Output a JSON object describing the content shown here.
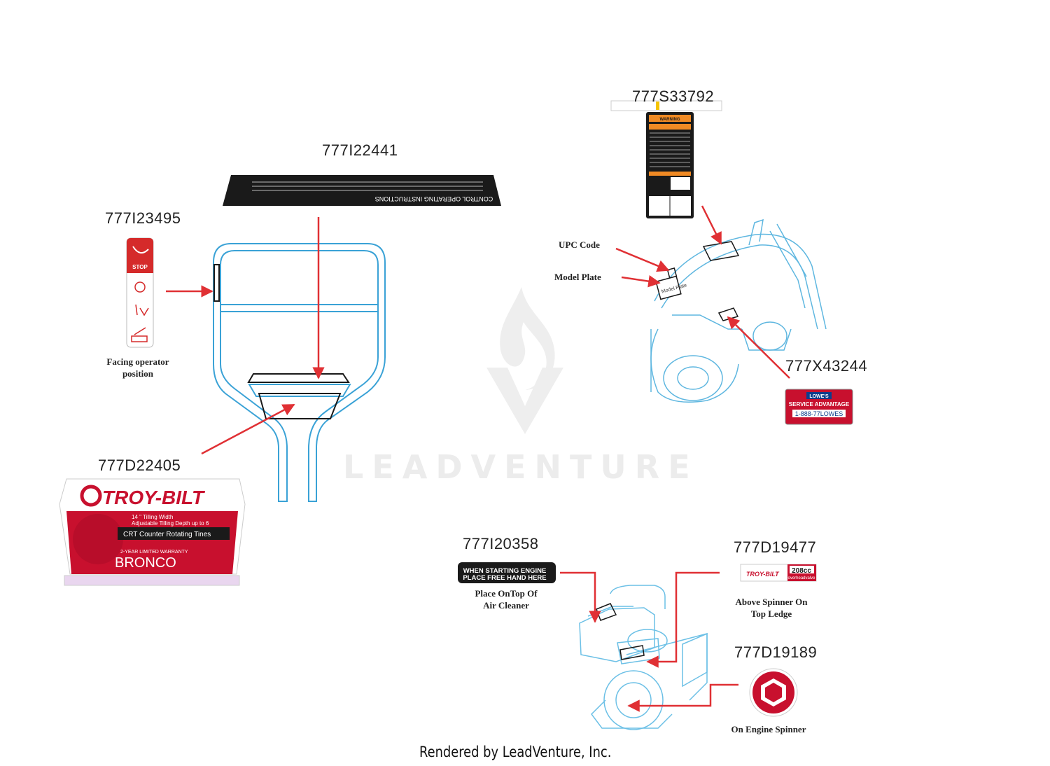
{
  "part_numbers": {
    "p777I22441": "777I22441",
    "p777I23495": "777I23495",
    "p777D22405": "777D22405",
    "p777S33792": "777S33792",
    "p777X43244": "777X43244",
    "p777I20358": "777I20358",
    "p777D19477": "777D19477",
    "p777D19189": "777D19189"
  },
  "captions": {
    "facing_operator": "Facing operator position",
    "upc_code": "UPC Code",
    "model_plate": "Model Plate",
    "place_on_top": "Place OnTop Of Air Cleaner",
    "above_spinner": "Above Spinner On Top Ledge",
    "on_engine_spinner": "On Engine Spinner"
  },
  "decals": {
    "control_header": "CONTROL OPERATING INSTRUCTIONS",
    "troy_bilt_brand": "TROY-BILT",
    "tilling_width": "14 \" Tilling Width",
    "tilling_depth": "Adjustable Tilling Depth up to 6",
    "tines": "CRT Counter Rotating Tines",
    "warranty": "2-YEAR LIMITED WARRANTY",
    "model": "BRONCO",
    "starting_line1": "WHEN STARTING ENGINE",
    "starting_line2": "PLACE FREE HAND HERE",
    "lowes_brand": "LOWE'S",
    "service_advantage": "SERVICE ADVANTAGE",
    "lowes_phone": "1-888-77LOWES",
    "engine_cc": "208cc",
    "engine_sub": "overheadvalve",
    "model_plate_label": "Model Plate",
    "stop_label": "STOP",
    "warning_label": "WARNING"
  },
  "watermark": "LEADVENTURE",
  "footer": "Rendered by LeadVenture, Inc.",
  "colors": {
    "arrow": "#e03034",
    "outline": "#3aa2d6",
    "brand_red": "#c8102e",
    "dark": "#1a1a1a"
  }
}
